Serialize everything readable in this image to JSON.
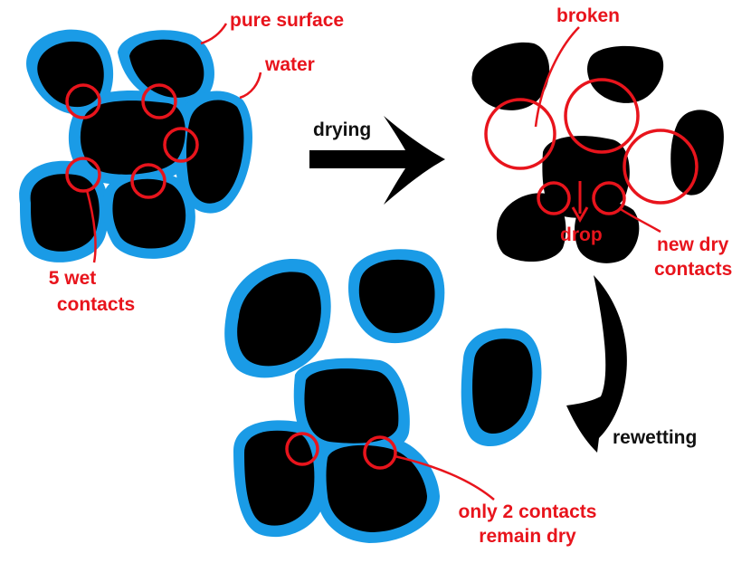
{
  "labels": {
    "pure_surface": "pure surface",
    "water": "water",
    "wet_contacts_line1": "5 wet",
    "wet_contacts_line2": "contacts",
    "drying": "drying",
    "broken": "broken",
    "drop": "drop",
    "new_dry_line1": "new dry",
    "new_dry_line2": "contacts",
    "rewetting": "rewetting",
    "remain_line1": "only 2 contacts",
    "remain_line2": "remain dry"
  },
  "colors": {
    "particle": "#000000",
    "water_film": "#1a9be6",
    "annotation": "#e8141c",
    "arrow": "#000000"
  },
  "icons": {
    "drying_arrow": "right-arrow-icon",
    "rewetting_arrow": "curved-down-left-arrow-icon",
    "drop_arrow": "down-arrow-icon"
  }
}
